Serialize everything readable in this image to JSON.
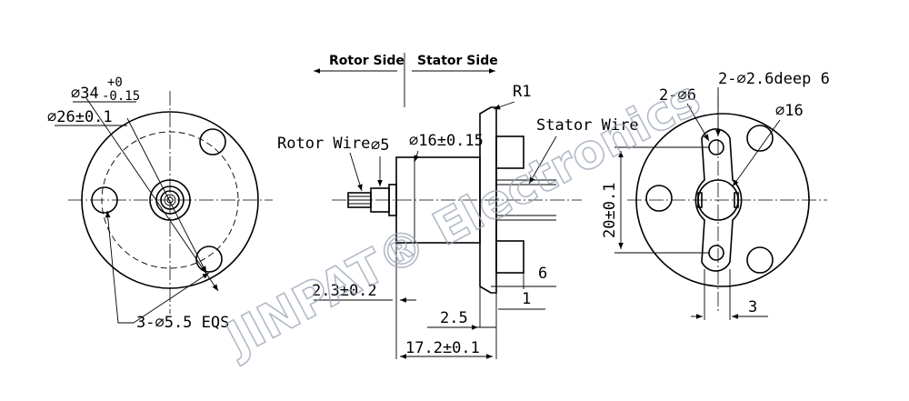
{
  "watermark": "JINPAT® Electronics",
  "front_view": {
    "dim_outer": "⌀34",
    "dim_outer_tol_upper": "+0",
    "dim_outer_tol_lower": "-0.15",
    "dim_pcd": "⌀26±0.1",
    "dim_holes": "3-⌀5.5 EQS"
  },
  "side_view": {
    "rotor_side": "Rotor Side",
    "stator_side": "Stator Side",
    "rotor_wire": "Rotor Wire",
    "stator_wire": "Stator Wire",
    "dim_shaft": "⌀5",
    "dim_body": "⌀16±0.15",
    "dim_radius": "R1",
    "dim_shaft_len": "2.3±0.2",
    "dim_flange_gap": "2.5",
    "dim_total_len": "17.2±0.1",
    "dim_flange_thick": "1",
    "dim_stator_len": "6"
  },
  "back_view": {
    "dim_tapped": "2-⌀2.6deep 6",
    "dim_holes": "2-⌀6",
    "dim_bore": "⌀16",
    "dim_spacing": "20±0.1",
    "dim_slot": "3"
  }
}
